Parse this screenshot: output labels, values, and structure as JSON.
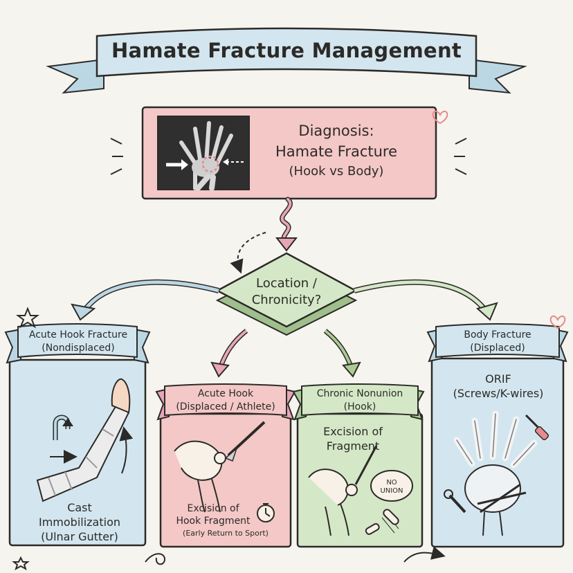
{
  "title": "Hamate Fracture Management",
  "diagnosis": {
    "line1": "Diagnosis:",
    "line2": "Hamate Fracture",
    "line3": "(Hook vs Body)"
  },
  "decision": {
    "line1": "Location /",
    "line2": "Chronicity?"
  },
  "branches": [
    {
      "header_line1": "Acute Hook Fracture",
      "header_line2": "(Nondisplaced)",
      "treatment_line1": "Cast",
      "treatment_line2": "Immobilization",
      "treatment_line3": "(Ulnar Gutter)"
    },
    {
      "header_line1": "Acute Hook",
      "header_line2": "(Displaced / Athlete)",
      "treatment_line1": "Excision of",
      "treatment_line2": "Hook Fragment",
      "treatment_line3": "(Early Return to Sport)"
    },
    {
      "header_line1": "Chronic Nonunion",
      "header_line2": "(Hook)",
      "treatment_line1": "Excision of",
      "treatment_line2": "Fragment",
      "badge": "NO UNION"
    },
    {
      "header_line1": "Body Fracture",
      "header_line2": "(Displaced)",
      "treatment_line1": "ORIF",
      "treatment_line2": "(Screws/K-wires)"
    }
  ],
  "colors": {
    "blue": "#d3e6ef",
    "pink": "#f3c8c6",
    "green": "#d4e8c7",
    "ink": "#2c2a28"
  }
}
